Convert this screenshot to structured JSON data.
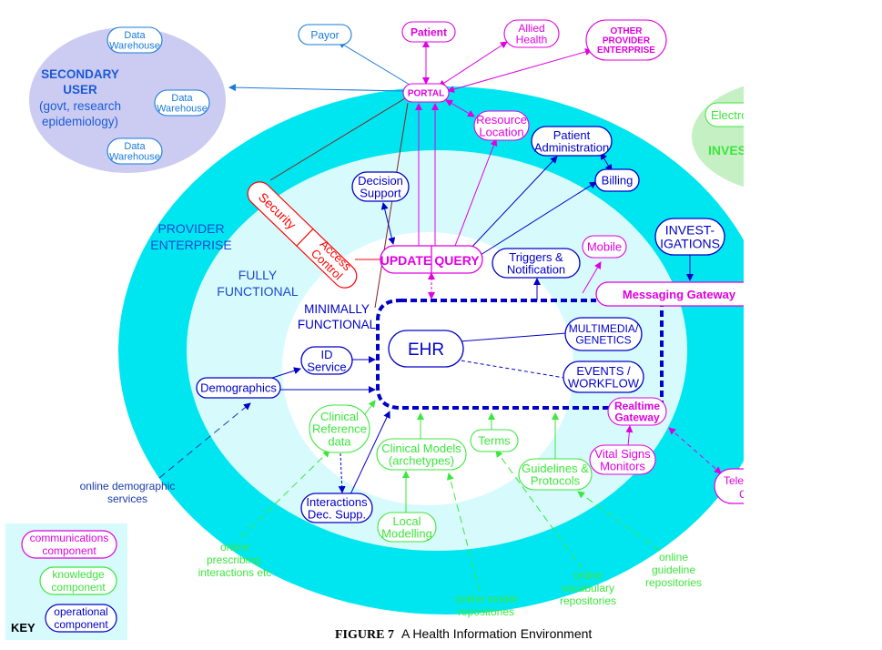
{
  "colors": {
    "cyan": "#00e6f0",
    "light_cyan": "#d7fbfd",
    "lavender": "#ccccf2",
    "mint": "#c4f0c4",
    "blue": "#0000c8",
    "magenta": "#e000e0",
    "green": "#3ce63c",
    "red": "#ff0000"
  },
  "regions": {
    "secondary_user": [
      "SECONDARY",
      "USER",
      "(govt, research",
      "epidemiology)"
    ],
    "provider_enterprise": [
      "PROVIDER",
      "ENTERPRISE"
    ],
    "fully_functional": [
      "FULLY",
      "FUNCTIONAL"
    ],
    "minimally_functional": [
      "MINIMALLY",
      "FUNCTIONAL"
    ],
    "electronic": "Electro",
    "invest": "INVES"
  },
  "nodes": {
    "data_warehouse_1": [
      "Data",
      "Warehouse"
    ],
    "data_warehouse_2": [
      "Data",
      "Warehouse"
    ],
    "data_warehouse_3": [
      "Data",
      "Warehouse"
    ],
    "payor": [
      "Payor"
    ],
    "patient": [
      "Patient"
    ],
    "allied_health": [
      "Allied",
      "Health"
    ],
    "other_provider": [
      "OTHER",
      "PROVIDER",
      "ENTERPRISE"
    ],
    "portal": [
      "PORTAL"
    ],
    "resource_location": [
      "Resource",
      "Location"
    ],
    "patient_admin": [
      "Patient",
      "Administration"
    ],
    "billing": [
      "Billing"
    ],
    "decision_support": [
      "Decision",
      "Support"
    ],
    "security": [
      "Security"
    ],
    "access_control": [
      "Access",
      "Control"
    ],
    "update": [
      "UPDATE"
    ],
    "query": [
      "QUERY"
    ],
    "triggers": [
      "Triggers &",
      "Notification"
    ],
    "mobile": [
      "Mobile"
    ],
    "investigations": [
      "INVEST-",
      "IGATIONS"
    ],
    "messaging_gateway": [
      "Messaging Gateway"
    ],
    "ehr": [
      "EHR"
    ],
    "multimedia": [
      "MULTIMEDIA/",
      "GENETICS"
    ],
    "events_workflow": [
      "EVENTS /",
      "WORKFLOW"
    ],
    "id_service": [
      "ID",
      "Service"
    ],
    "demographics": [
      "Demographics"
    ],
    "clinical_reference": [
      "Clinical",
      "Reference",
      "data"
    ],
    "clinical_models": [
      "Clinical Models",
      "(archetypes)"
    ],
    "terms": [
      "Terms"
    ],
    "guidelines": [
      "Guidelines &",
      "Protocols"
    ],
    "realtime_gateway": [
      "Realtime",
      "Gateway"
    ],
    "vital_signs": [
      "Vital Signs",
      "Monitors"
    ],
    "interactions": [
      "Interactions",
      "Dec. Supp."
    ],
    "local_modelling": [
      "Local",
      "Modelling"
    ],
    "tele": [
      "Tele",
      "C"
    ]
  },
  "annotations": {
    "online_demographic": [
      "online demographic",
      "services"
    ],
    "online_prescribing": [
      "online",
      "prescribing,",
      "interactions etc"
    ],
    "online_model": [
      "online model",
      "repositories"
    ],
    "online_vocabulary": [
      "online",
      "vocabulary",
      "repositories"
    ],
    "online_guideline": [
      "online",
      "guideline",
      "repositories"
    ]
  },
  "key": {
    "title": "KEY",
    "communications": [
      "communications",
      "component"
    ],
    "knowledge": [
      "knowledge",
      "component"
    ],
    "operational": [
      "operational",
      "component"
    ]
  },
  "caption": {
    "figure": "FIGURE 7",
    "title": "A Health Information Environment"
  }
}
